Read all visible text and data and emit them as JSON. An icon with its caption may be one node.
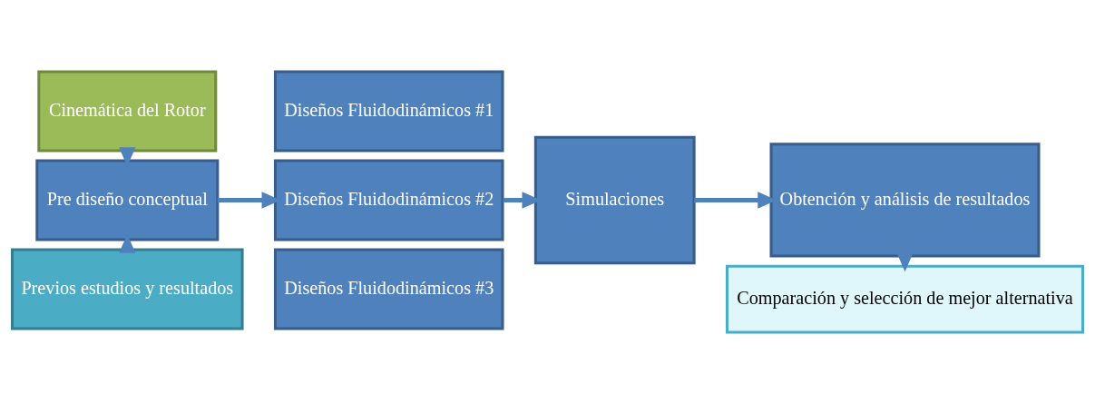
{
  "diagram": {
    "nodes": [
      {
        "text": [
          "Cinemática del Rotor"
        ]
      },
      {
        "text": [
          "Pre diseño conceptual"
        ]
      },
      {
        "text": [
          "Previos estudios y resultados"
        ]
      },
      {
        "text": [
          "Diseños Fluidodinámicos #1"
        ]
      },
      {
        "text": [
          "Diseños Fluidodinámicos #2"
        ]
      },
      {
        "text": [
          "Diseños Fluidodinámicos #3"
        ]
      },
      {
        "text": [
          "Simulaciones"
        ]
      },
      {
        "text": [
          "Obtención y análisis de resultados"
        ]
      },
      {
        "text": [
          "Comparación y selección de mejor alternativa"
        ]
      }
    ],
    "edges": [
      {
        "from": 0,
        "to": 1,
        "arrow": "to"
      },
      {
        "from": 2,
        "to": 1,
        "arrow": "to"
      },
      {
        "from": 1,
        "to": 4,
        "arrow": "to"
      },
      {
        "from": 4,
        "to": 6,
        "arrow": "to"
      },
      {
        "from": 6,
        "to": 7,
        "arrow": "to"
      },
      {
        "from": 7,
        "to": 8,
        "arrow": "to"
      }
    ]
  }
}
